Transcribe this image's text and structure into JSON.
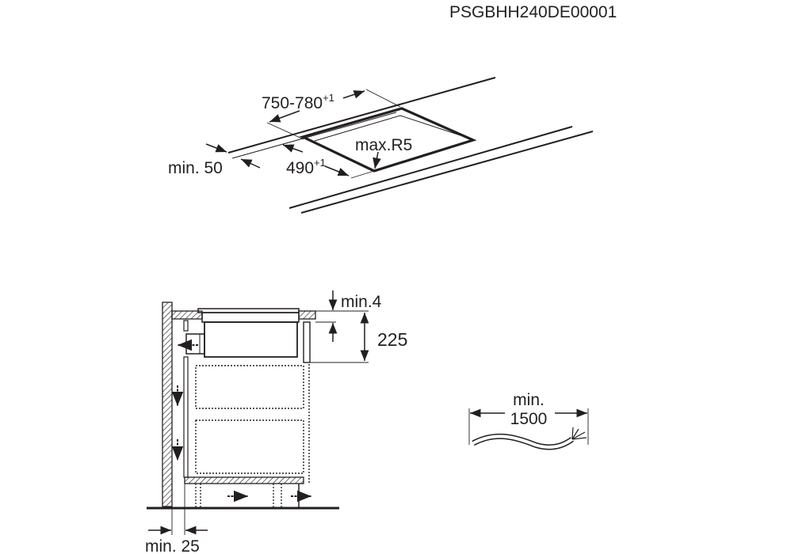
{
  "header": {
    "code": "PSGBHH240DE00001"
  },
  "cutout_view": {
    "width_label": "750-780",
    "width_tolerance": "+1",
    "depth_label": "490",
    "depth_tolerance": "+1",
    "edge_distance_label": "min. 50",
    "radius_label": "max.R5"
  },
  "section_view": {
    "gap_label": "min.4",
    "height_label": "225",
    "wall_distance_label": "min. 25"
  },
  "cable_view": {
    "label_line1": "min.",
    "label_line2": "1500"
  },
  "colors": {
    "ink": "#231f20",
    "background": "#ffffff"
  }
}
